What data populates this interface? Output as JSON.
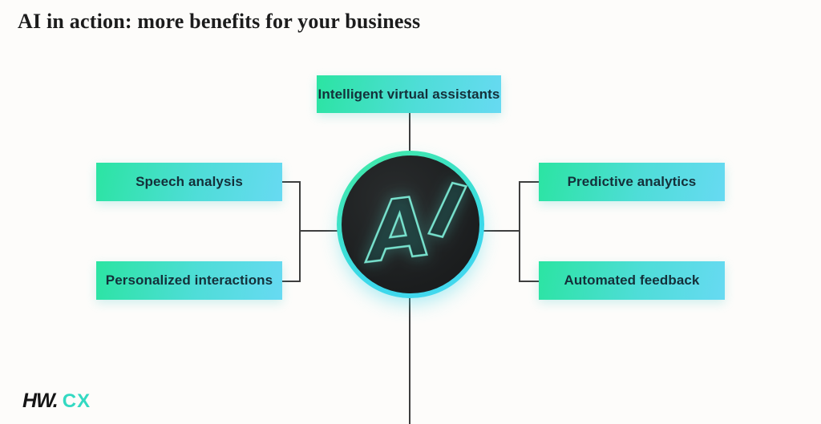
{
  "title": "AI in action: more benefits for your business",
  "center": {
    "letter_a": "A",
    "letter_i": "I"
  },
  "nodes": {
    "top": {
      "label": "Intelligent virtual assistants"
    },
    "left": [
      {
        "label": "Speech analysis"
      },
      {
        "label": "Personalized interactions"
      }
    ],
    "right": [
      {
        "label": "Predictive analytics"
      },
      {
        "label": "Automated feedback"
      }
    ]
  },
  "logo": {
    "primary": "HW.",
    "secondary": "CX"
  },
  "colors": {
    "background": "#FDFCFA",
    "node_gradient_start": "#2BE4A2",
    "node_gradient_end": "#67DAF2",
    "node_text": "#14303A",
    "ring_gradient_start": "#40E9A9",
    "ring_gradient_end": "#46D7F0",
    "circle_fill": "#1B1D1E",
    "connector_line": "#3E3E3E",
    "title_text": "#1C1C1C",
    "logo_primary": "#151515",
    "logo_secondary": "#33D9C2"
  }
}
